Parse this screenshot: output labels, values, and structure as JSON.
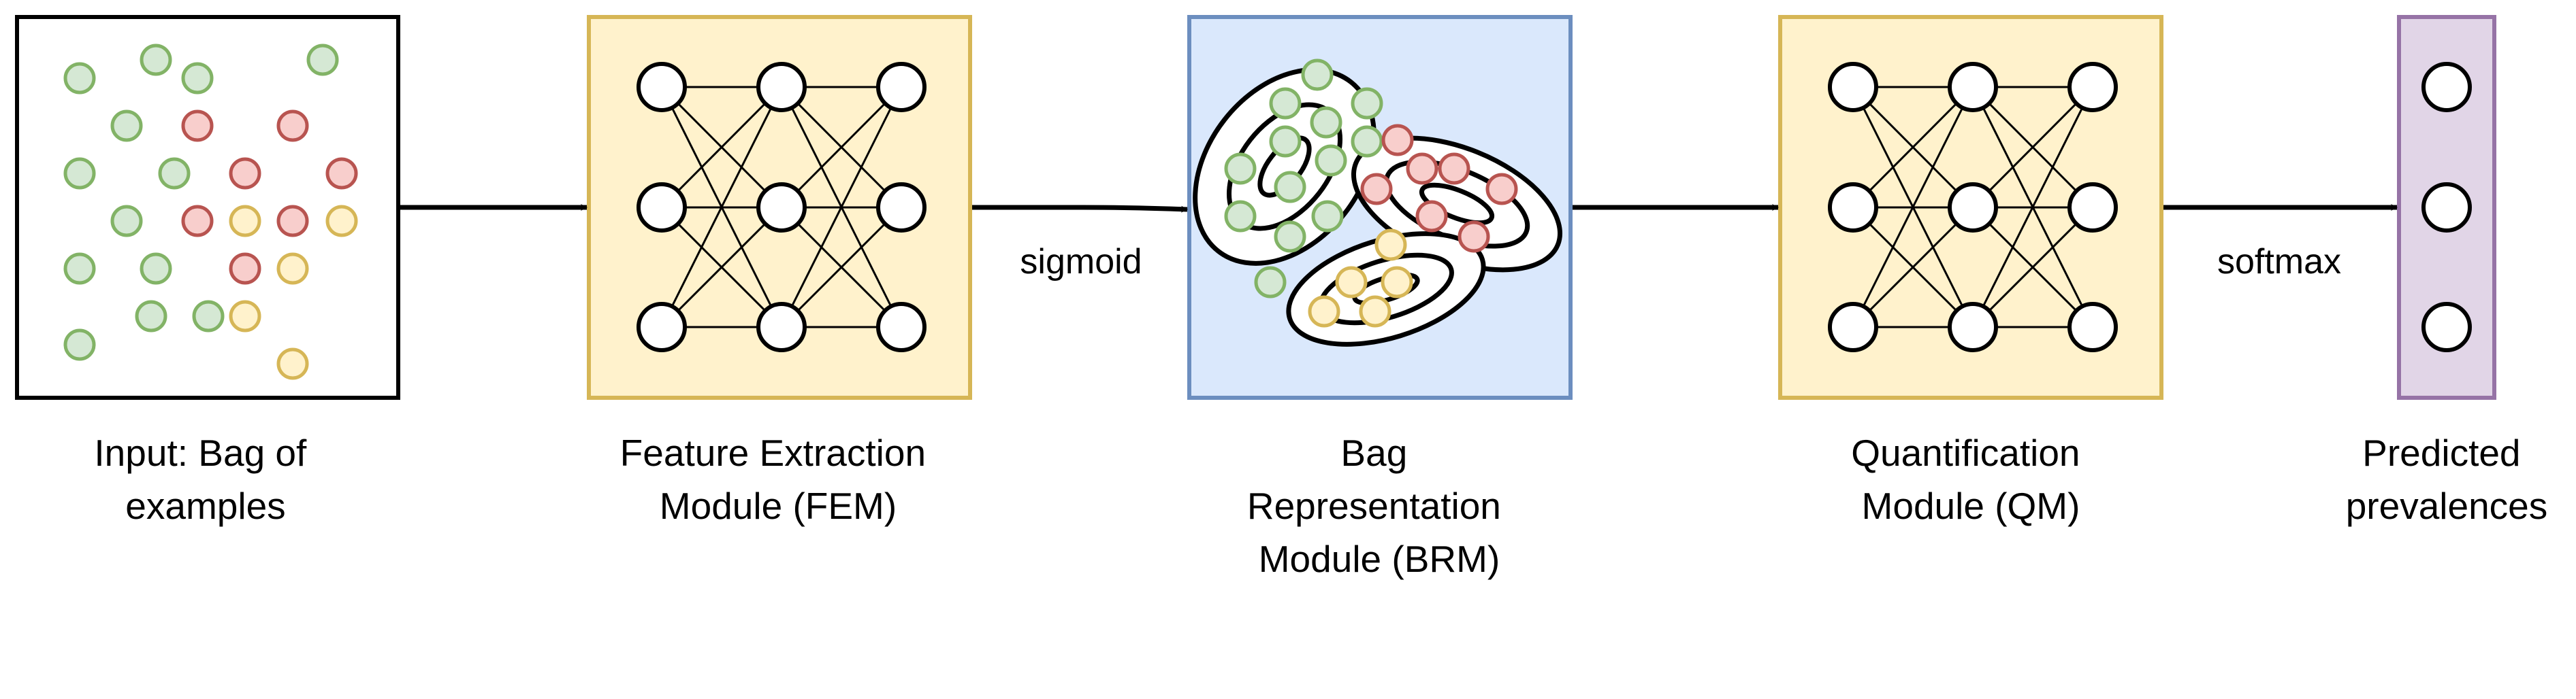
{
  "stages": [
    {
      "id": "input",
      "label_lines": [
        "Input: Bag of",
        "examples"
      ],
      "fill": "#ffffff",
      "stroke": "#000000"
    },
    {
      "id": "fem",
      "label_lines": [
        "Feature Extraction",
        "Module (FEM)"
      ],
      "fill": "#fff2cc",
      "stroke": "#d6b656"
    },
    {
      "id": "brm",
      "label_lines": [
        "Bag",
        "Representation",
        "Module (BRM)"
      ],
      "fill": "#dae8fc",
      "stroke": "#6c8ebf"
    },
    {
      "id": "qm",
      "label_lines": [
        "Quantification",
        "Module (QM)"
      ],
      "fill": "#fff2cc",
      "stroke": "#d6b656"
    },
    {
      "id": "output",
      "label_lines": [
        "Predicted",
        "prevalences"
      ],
      "fill": "#e1d5e7",
      "stroke": "#9673a6"
    }
  ],
  "edges": [
    {
      "from": "input",
      "to": "fem",
      "label": ""
    },
    {
      "from": "fem",
      "to": "brm",
      "label": "sigmoid"
    },
    {
      "from": "brm",
      "to": "qm",
      "label": ""
    },
    {
      "from": "qm",
      "to": "output",
      "label": "softmax"
    }
  ],
  "colors": {
    "green_fill": "#d5e8d4",
    "green_stroke": "#82b366",
    "red_fill": "#f8cecc",
    "red_stroke": "#b85450",
    "yellow_fill": "#fff2cc",
    "yellow_stroke": "#d6b656",
    "node_fill": "#ffffff",
    "line": "#000000"
  },
  "icons": {
    "input": "scatter-of-colored-examples-icon",
    "fem": "neural-network-icon",
    "brm": "gaussian-clusters-icon",
    "qm": "neural-network-icon",
    "output": "output-vector-icon"
  }
}
